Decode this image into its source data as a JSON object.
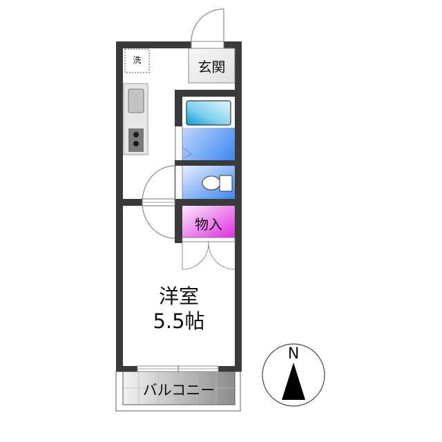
{
  "floorplan": {
    "rooms": {
      "washer": {
        "label": "洗"
      },
      "entrance": {
        "label": "玄関"
      },
      "closet": {
        "label": "物入"
      },
      "western_room": {
        "label": "洋室",
        "size": "5.5帖"
      },
      "balcony": {
        "label": "バルコニー"
      },
      "kitchen": {
        "label": ""
      },
      "bathroom": {
        "label": ""
      },
      "toilet": {
        "label": ""
      }
    },
    "compass": {
      "label": "N"
    },
    "colors": {
      "wall": "#3a3a3a",
      "bath_blue": "#4f8ff0",
      "closet_magenta": "#e040e0",
      "balcony_gray": "#9a9a9a"
    }
  }
}
